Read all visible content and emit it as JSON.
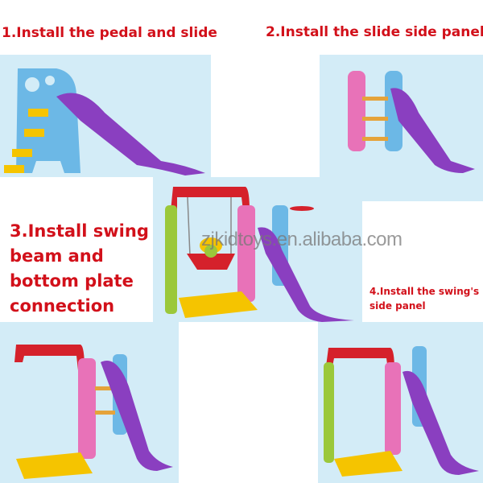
{
  "steps": [
    {
      "label": "1.Install the pedal and slide"
    },
    {
      "label": "2.Install the slide side panel"
    },
    {
      "label_lines": [
        "3.Install swing",
        "beam and",
        "bottom plate",
        "connection"
      ]
    },
    {
      "label_lines": [
        "4.Install the swing's",
        "side  panel"
      ]
    }
  ],
  "watermark": "zjkidtoys.en.alibaba.com",
  "colors": {
    "title": "#d2101a",
    "panel_bg": "#d3ecf7",
    "slide": "#8a3fc0",
    "pink": "#e872b8",
    "blue": "#6cb8e6",
    "yellow": "#f5c400",
    "red": "#d5212b",
    "green": "#9bc83a"
  }
}
